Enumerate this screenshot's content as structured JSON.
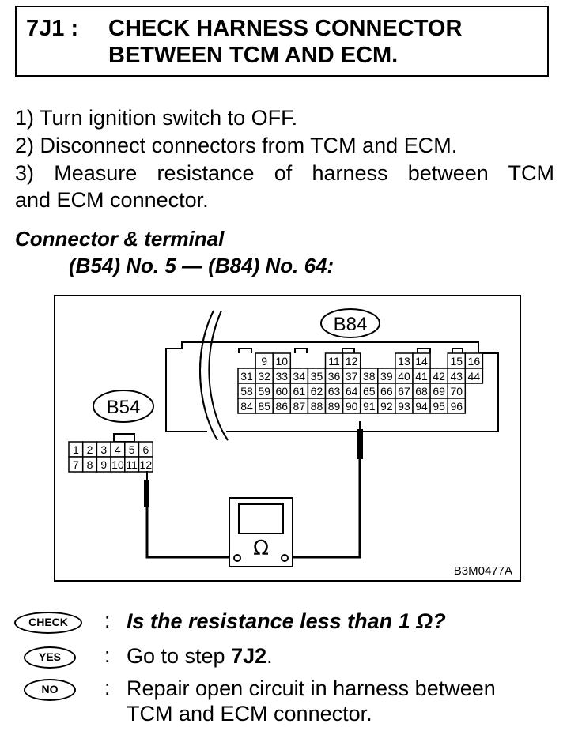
{
  "header": {
    "code": "7J1 :",
    "title_line1": "CHECK HARNESS CONNECTOR",
    "title_line2": "BETWEEN TCM AND ECM."
  },
  "steps": [
    "1)  Turn ignition switch to OFF.",
    "2)  Disconnect connectors from TCM and ECM.",
    "3)  Measure resistance of harness between TCM",
    "and ECM connector."
  ],
  "connector": {
    "heading": "Connector & terminal",
    "terminals": "(B54) No. 5 — (B84) No. 64:"
  },
  "figure": {
    "b84_label": "B84",
    "b54_label": "B54",
    "b84_row1": [
      "",
      "9",
      "10",
      "",
      "11",
      "12",
      "",
      "13",
      "14",
      "",
      "15",
      "16"
    ],
    "b84_row2": [
      "31",
      "32",
      "33",
      "34",
      "35",
      "36",
      "37",
      "38",
      "39",
      "40",
      "41",
      "42",
      "43",
      "44"
    ],
    "b84_row3": [
      "58",
      "59",
      "60",
      "61",
      "62",
      "63",
      "64",
      "65",
      "66",
      "67",
      "68",
      "69",
      "70"
    ],
    "b84_row4": [
      "84",
      "85",
      "86",
      "87",
      "88",
      "89",
      "90",
      "91",
      "92",
      "93",
      "94",
      "95",
      "96"
    ],
    "b54_row1": [
      "1",
      "2",
      "3",
      "4",
      "5",
      "6"
    ],
    "b54_row2": [
      "7",
      "8",
      "9",
      "10",
      "11",
      "12"
    ],
    "meter_symbol": "Ω",
    "figure_id": "B3M0477A"
  },
  "answers": {
    "check_badge": "CHECK",
    "check_colon": ":",
    "check_text": "Is the resistance less than 1 Ω?",
    "yes_badge": "YES",
    "yes_colon": ":",
    "yes_text_prefix": "Go to step ",
    "yes_step": "7J2",
    "yes_text_suffix": ".",
    "no_badge": "NO",
    "no_colon": ":",
    "no_text_line1": "Repair open circuit in harness between",
    "no_text_line2": "TCM and ECM connector."
  }
}
